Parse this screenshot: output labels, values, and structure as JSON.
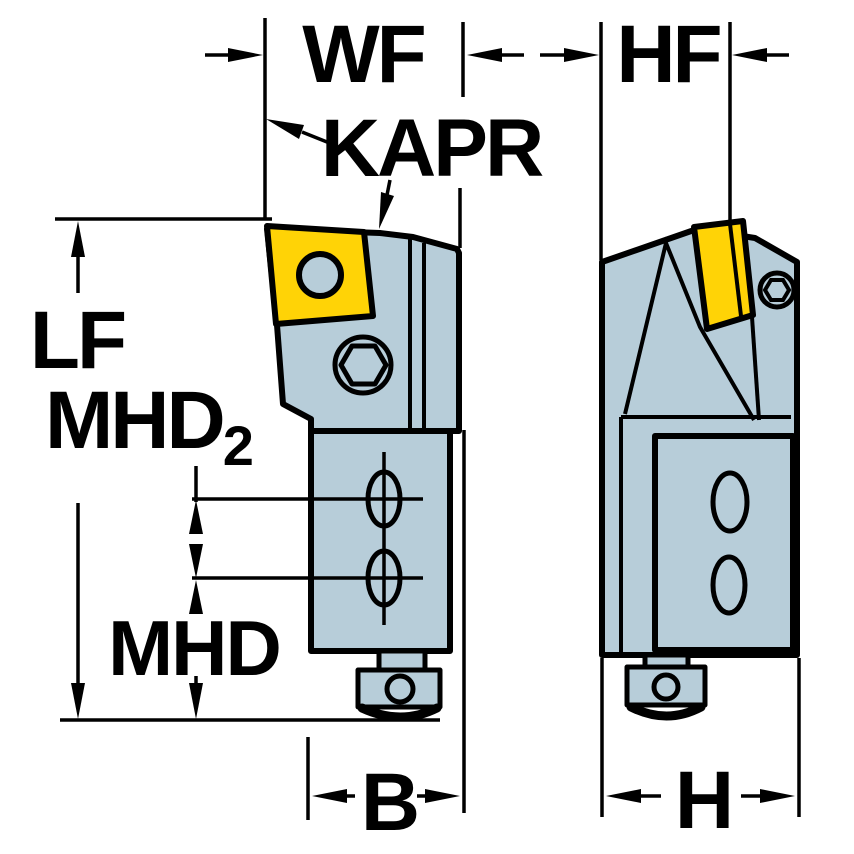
{
  "drawing": {
    "title_labels": {
      "wf": "WF",
      "hf": "HF",
      "kapr": "KAPR",
      "lf": "LF",
      "mhd2_base": "MHD",
      "mhd2_sub": "2",
      "mhd": "MHD",
      "b": "B",
      "h": "H"
    },
    "colors": {
      "background": "#ffffff",
      "outline": "#000000",
      "steel": "#b7cdd9",
      "insert_yellow": "#ffd306"
    }
  }
}
